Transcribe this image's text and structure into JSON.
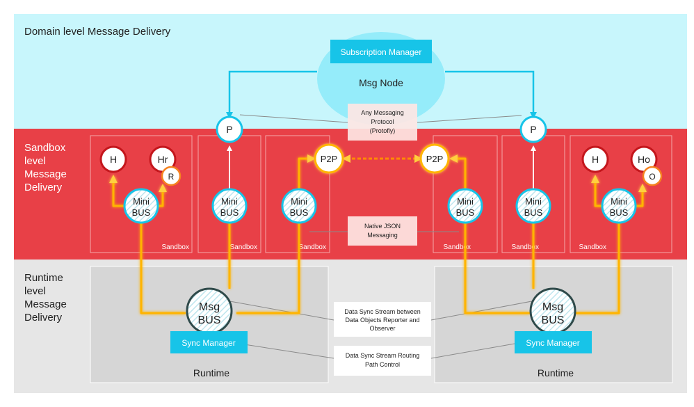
{
  "layers": {
    "domain": "Domain level Message Delivery",
    "sandbox": [
      "Sandbox",
      "level",
      "Message",
      "Delivery"
    ],
    "runtime": [
      "Runtime",
      "level",
      "Message",
      "Delivery"
    ]
  },
  "domain_layer": {
    "subscription_manager": "Subscription Manager",
    "msg_node": "Msg Node",
    "protocol_note": [
      "Any Messaging",
      "Protocol",
      "(Protofly)"
    ]
  },
  "sandbox_label": "Sandbox",
  "nodes": {
    "p": "P",
    "p2p": "P2P",
    "h": "H",
    "hr": "Hr",
    "r": "R",
    "ho": "Ho",
    "o": "O",
    "minibus": [
      "Mini",
      "BUS"
    ],
    "msgbus": [
      "Msg",
      "BUS"
    ]
  },
  "notes": {
    "native_json": [
      "Native JSON",
      "Messaging"
    ],
    "data_sync_stream": [
      "Data Sync Stream between",
      "Data Objects Reporter and",
      "Observer"
    ],
    "data_sync_routing": [
      "Data Sync Stream Routing",
      "Path  Control"
    ]
  },
  "runtime_layer": {
    "sync_manager": "Sync Manager",
    "runtime_label": "Runtime"
  },
  "colors": {
    "domain_bg": "#c8f6fc",
    "sandbox_bg": "#e84047",
    "runtime_bg": "#e6e6e6",
    "accent_cyan": "#17c4e8",
    "orange": "#f5a000",
    "red_node": "#c4161c"
  }
}
